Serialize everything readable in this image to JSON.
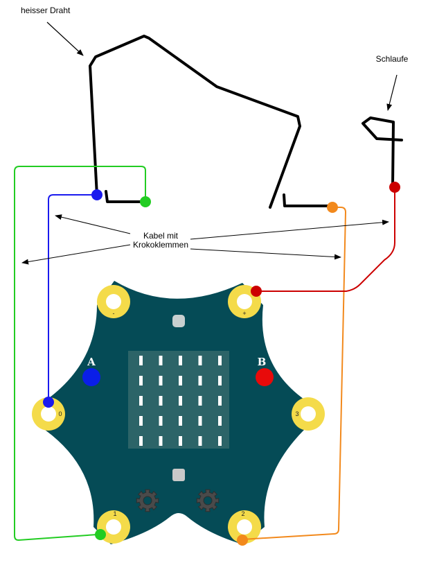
{
  "annotations": {
    "hot_wire": "heisser Draht",
    "loop": "Schlaufe",
    "cable_line1": "Kabel mit",
    "cable_line2": "Krokoklemmen"
  },
  "board": {
    "button_a": "A",
    "button_b": "B",
    "pins": {
      "minus": "-",
      "plus": "+",
      "zero": "0",
      "three": "3",
      "one": "1",
      "two": "2"
    },
    "led_matrix": {
      "rows": 5,
      "cols": 5
    }
  },
  "colors": {
    "board": "#054b56",
    "pad": "#f4db4a",
    "wire_black": "#000000",
    "cable_green": "#22cc22",
    "cable_blue": "#1a1aee",
    "cable_orange": "#f2891c",
    "cable_red": "#cc0000",
    "button_a": "#0a1ee8",
    "button_b": "#e80a0a",
    "led": "#ffffff",
    "gear": "#4a4a4a"
  }
}
